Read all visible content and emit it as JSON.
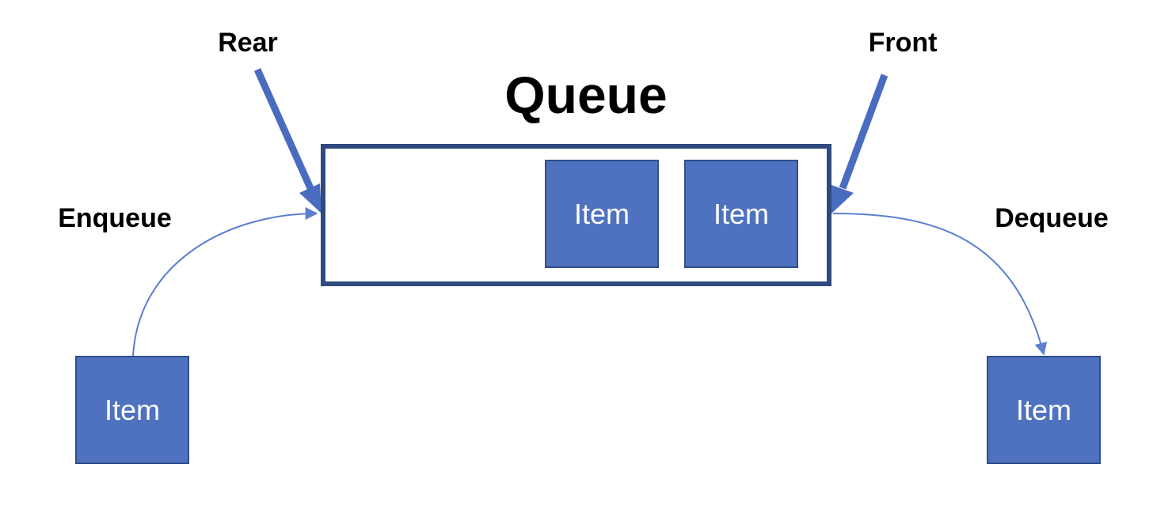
{
  "title": "Queue",
  "pointers": {
    "rear": "Rear",
    "front": "Front"
  },
  "operations": {
    "enqueue": "Enqueue",
    "dequeue": "Dequeue"
  },
  "queue_items": [
    {
      "label": "Item"
    },
    {
      "label": "Item"
    }
  ],
  "enqueue_item": {
    "label": "Item"
  },
  "dequeue_item": {
    "label": "Item"
  },
  "colors": {
    "item_fill": "#4f72c0",
    "item_border": "#304f8c",
    "queue_border": "#2f4a7e",
    "pointer_arrow": "#4a6cc0",
    "flow_arrow": "#5b7fd0",
    "text": "#000000",
    "item_text": "#ffffff"
  }
}
